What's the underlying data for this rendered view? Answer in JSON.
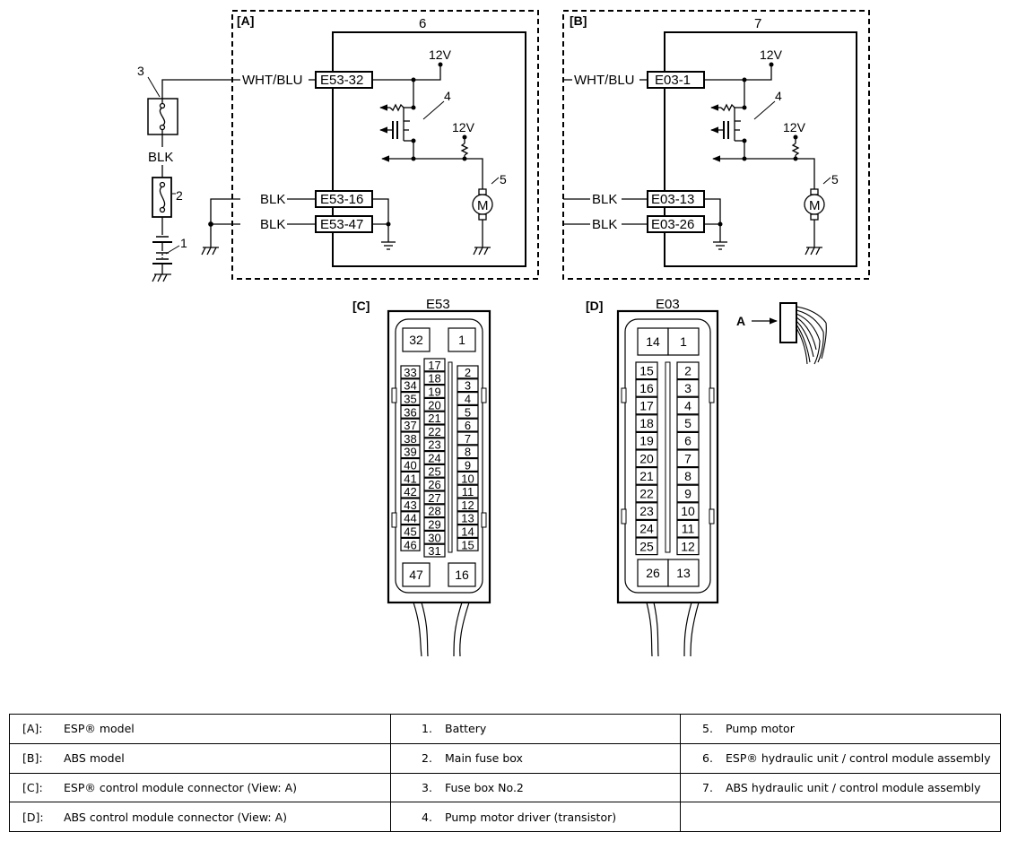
{
  "diagram": {
    "panels": {
      "a": {
        "tag": "[A]",
        "unit": "6"
      },
      "b": {
        "tag": "[B]",
        "unit": "7"
      },
      "c": {
        "tag": "[C]",
        "connector": "E53"
      },
      "d": {
        "tag": "[D]",
        "connector": "E03"
      }
    },
    "wires": {
      "wht_blu": "WHT/BLU",
      "blk": "BLK"
    },
    "terminals": {
      "a": [
        "E53-32",
        "E53-16",
        "E53-47"
      ],
      "b": [
        "E03-1",
        "E03-13",
        "E03-26"
      ]
    },
    "voltage": "12V",
    "motor_symbol": "M",
    "callouts": [
      "1",
      "2",
      "3",
      "4",
      "5"
    ],
    "view_label": "A",
    "e53_pins": {
      "top": [
        "32",
        "1"
      ],
      "left": [
        "33",
        "34",
        "35",
        "36",
        "37",
        "38",
        "39",
        "40",
        "41",
        "42",
        "43",
        "44",
        "45",
        "46"
      ],
      "middle": [
        "17",
        "18",
        "19",
        "20",
        "21",
        "22",
        "23",
        "24",
        "25",
        "26",
        "27",
        "28",
        "29",
        "30",
        "31"
      ],
      "right": [
        "2",
        "3",
        "4",
        "5",
        "6",
        "7",
        "8",
        "9",
        "10",
        "11",
        "12",
        "13",
        "14",
        "15"
      ],
      "bottom": [
        "47",
        "16"
      ]
    },
    "e03_pins": {
      "top": [
        "14",
        "1"
      ],
      "left": [
        "15",
        "16",
        "17",
        "18",
        "19",
        "20",
        "21",
        "22",
        "23",
        "24",
        "25"
      ],
      "right": [
        "2",
        "3",
        "4",
        "5",
        "6",
        "7",
        "8",
        "9",
        "10",
        "11",
        "12"
      ],
      "bottom": [
        "26",
        "13"
      ]
    }
  },
  "legend": [
    [
      {
        "key": "[A]:",
        "text": "ESP® model"
      },
      {
        "key": "1.",
        "text": "Battery"
      },
      {
        "key": "5.",
        "text": "Pump motor"
      }
    ],
    [
      {
        "key": "[B]:",
        "text": "ABS model"
      },
      {
        "key": "2.",
        "text": "Main fuse box"
      },
      {
        "key": "6.",
        "text": "ESP® hydraulic unit / control module assembly"
      }
    ],
    [
      {
        "key": "[C]:",
        "text": "ESP® control module connector (View: A)"
      },
      {
        "key": "3.",
        "text": "Fuse box No.2"
      },
      {
        "key": "7.",
        "text": "ABS hydraulic unit / control module assembly"
      }
    ],
    [
      {
        "key": "[D]:",
        "text": "ABS control module connector (View: A)"
      },
      {
        "key": "4.",
        "text": "Pump motor driver (transistor)"
      },
      {
        "key": "",
        "text": ""
      }
    ]
  ]
}
